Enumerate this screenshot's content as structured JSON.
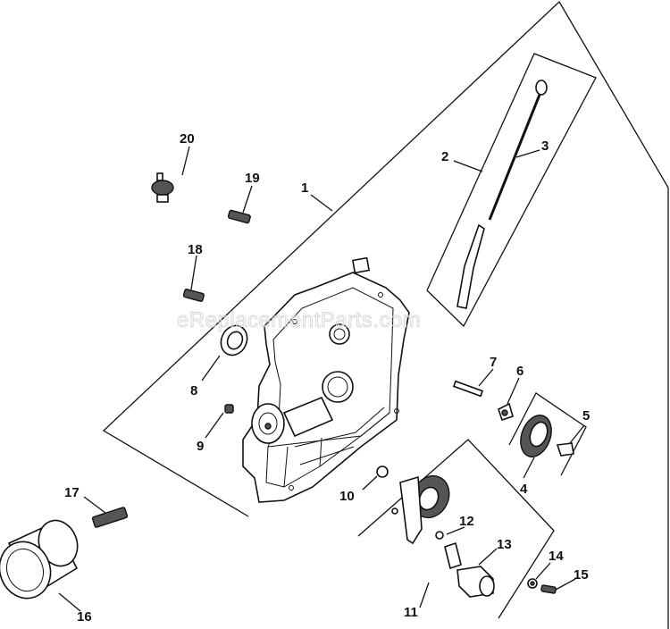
{
  "watermark": "eReplacementParts.com",
  "labels": {
    "p1": "1",
    "p2": "2",
    "p3": "3",
    "p4": "4",
    "p5": "5",
    "p6": "6",
    "p7": "7",
    "p8": "8",
    "p9": "9",
    "p10": "10",
    "p11": "11",
    "p12": "12",
    "p13": "13",
    "p14": "14",
    "p15": "15",
    "p16": "16",
    "p17": "17",
    "p18": "18",
    "p19": "19",
    "p20": "20"
  }
}
